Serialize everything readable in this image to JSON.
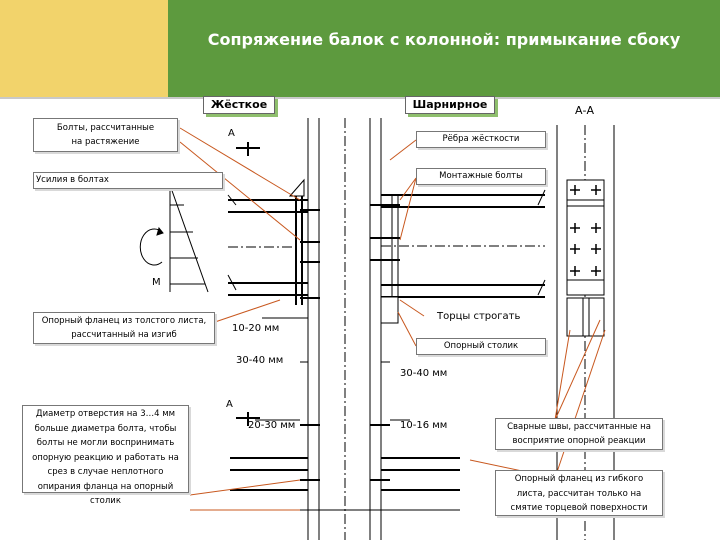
{
  "slide": {
    "title": "Сопряжение балок с колонной: примыкание сбоку"
  },
  "headers": {
    "rigid": "Жёсткое",
    "hinged": "Шарнирное",
    "section": "А-А"
  },
  "callouts": {
    "tension_bolts": "Болты, рассчитанные на растяжение",
    "bolt_forces": "Усилия в болтах",
    "flange_thick": "Опорный фланец из толстого листа, рассчитанный на изгиб",
    "hole_diameter": "Диаметр отверстия на 3…4 мм больше диаметра болта, чтобы болты не могли воспринимать опорную реакцию и работать на срез в случае неплотного опирания фланца на опорный столик",
    "stiffeners": "Рёбра жёсткости",
    "mounting_bolts": "Монтажные болты",
    "support_table": "Опорный столик",
    "welds": "Сварные швы, рассчитанные на восприятие опорной реакции",
    "flange_thin": "Опорный фланец из гибкого листа, рассчитан только на смятие торцевой поверхности"
  },
  "labels": {
    "face_plane": "Торцы строгать",
    "moment": "М",
    "section_top": "А",
    "section_bottom": "А",
    "dim_10_20": "10-20 мм",
    "dim_30_40_left": "30-40 мм",
    "dim_30_40_right": "30-40 мм",
    "dim_20_30": "20-30 мм",
    "dim_10_16": "10-16 мм"
  },
  "colors": {
    "header_left_band": "#f2d36b",
    "header_right_band": "#5d9a3e",
    "leader_lines": "#c8581f",
    "drawing_lines": "#000000"
  }
}
